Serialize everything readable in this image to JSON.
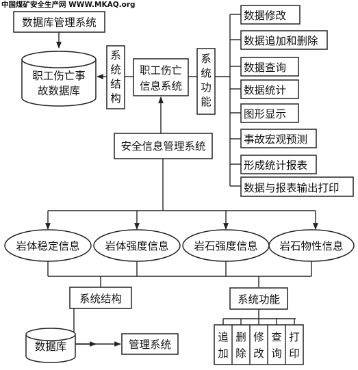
{
  "watermark": "中国煤矿安全生产网 WWW.MKAQ.org",
  "top": {
    "db_mgmt": "数据库管理系统",
    "db_cylinder": [
      "职工伤亡事",
      "故数据库"
    ],
    "structure_v": [
      "系",
      "统",
      "结",
      "构"
    ],
    "casualty_info": [
      "职工伤亡",
      "信息系统"
    ],
    "function_v": [
      "系",
      "统",
      "功",
      "能"
    ],
    "functions": [
      "数据修改",
      "数据追加和删除",
      "数据查询",
      "数据统计",
      "图形显示",
      "事故宏观预测",
      "形成统计报表",
      "数据与报表输出打印"
    ]
  },
  "center": {
    "safety_mgmt": "安全信息管理系统"
  },
  "rock_info": [
    "岩体稳定信息",
    "岩体强度信息",
    "岩石强度信息",
    "岩石物性信息"
  ],
  "bottom": {
    "structure": "系统结构",
    "function": "系统功能",
    "database": "数据库",
    "mgmt_system": "管理系统",
    "ops": [
      [
        "追",
        "加"
      ],
      [
        "删",
        "除"
      ],
      [
        "修",
        "改"
      ],
      [
        "查",
        "询"
      ],
      [
        "打",
        "印"
      ]
    ]
  }
}
